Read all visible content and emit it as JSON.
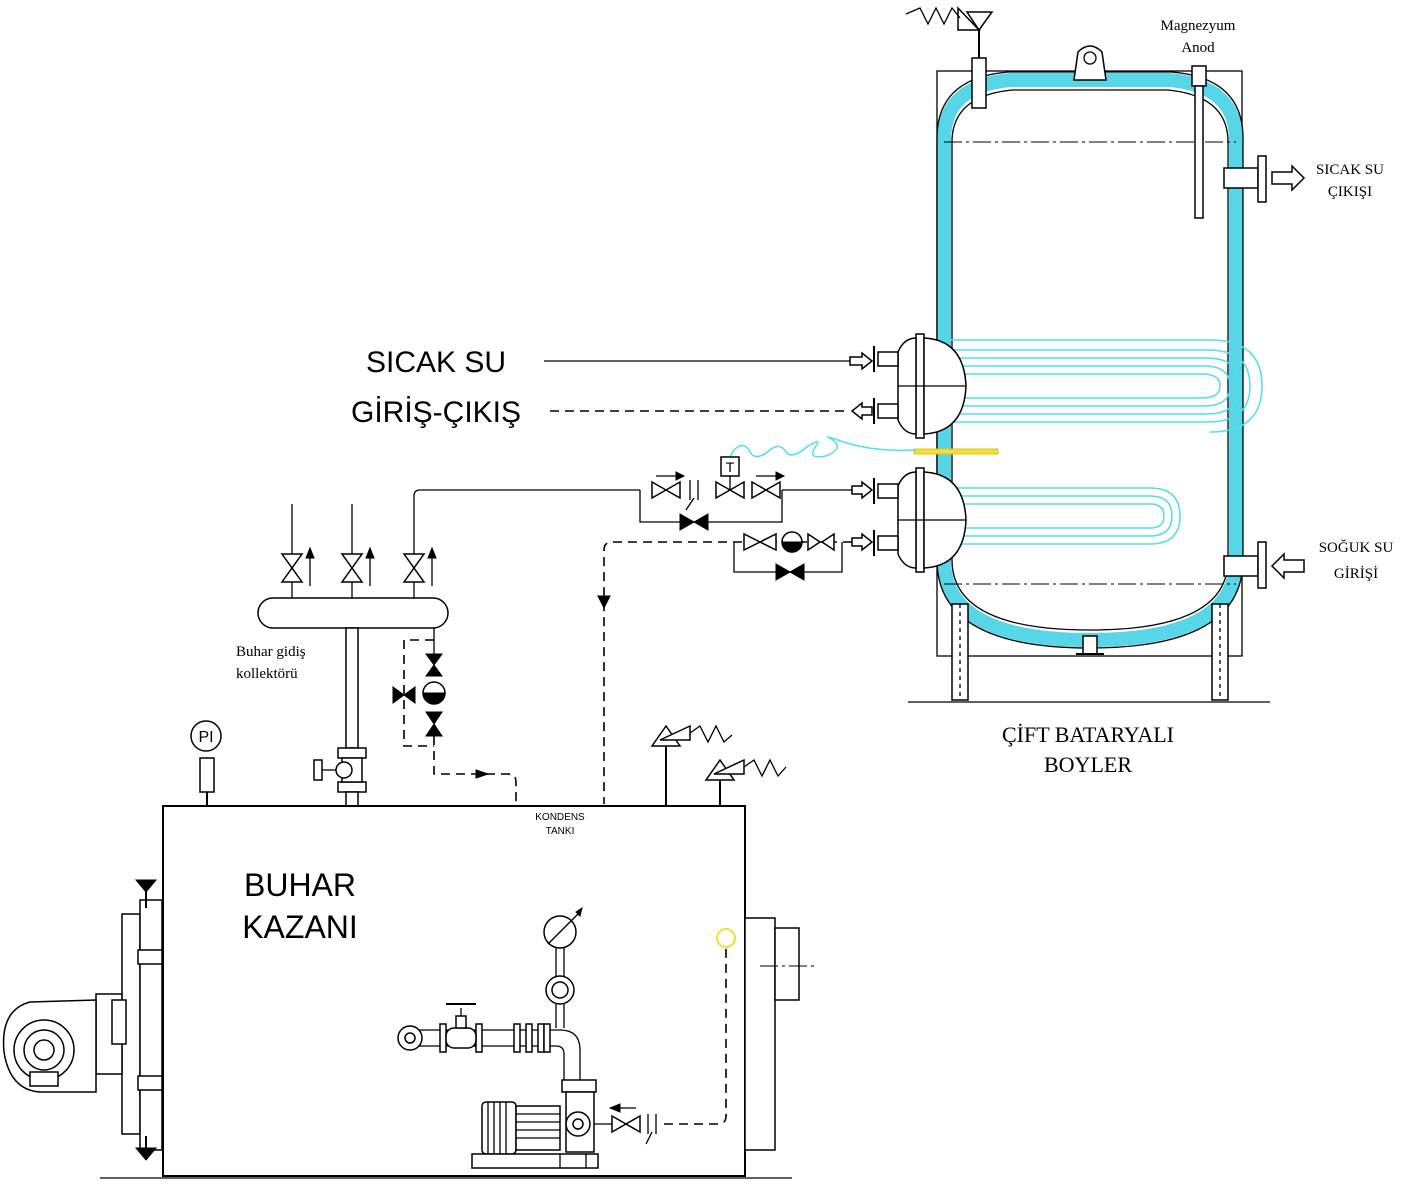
{
  "colors": {
    "insulation": "#57d6e8",
    "coil": "#4fe0ea",
    "sensor": "#f2e03a"
  },
  "labels": {
    "hot_water_title_line1": "SICAK SU",
    "hot_water_title_line2": "GİRİŞ-ÇIKIŞ",
    "magnesium_line1": "Magnezyum",
    "magnesium_line2": "Anod",
    "hot_out_line1": "SICAK SU",
    "hot_out_line2": "ÇIKIŞI",
    "cold_in_line1": "SOĞUK SU",
    "cold_in_line2": "GİRİŞİ",
    "boiler_tank_line1": "ÇİFT BATARYALI",
    "boiler_tank_line2": "BOYLER",
    "collector_line1": "Buhar gidiş",
    "collector_line2": "kollektörü",
    "pressure_indicator": "PI",
    "thermostat": "T",
    "condensate_line1": "KONDENS",
    "condensate_line2": "TANKI",
    "steam_boiler_line1": "BUHAR",
    "steam_boiler_line2": "KAZANI"
  }
}
